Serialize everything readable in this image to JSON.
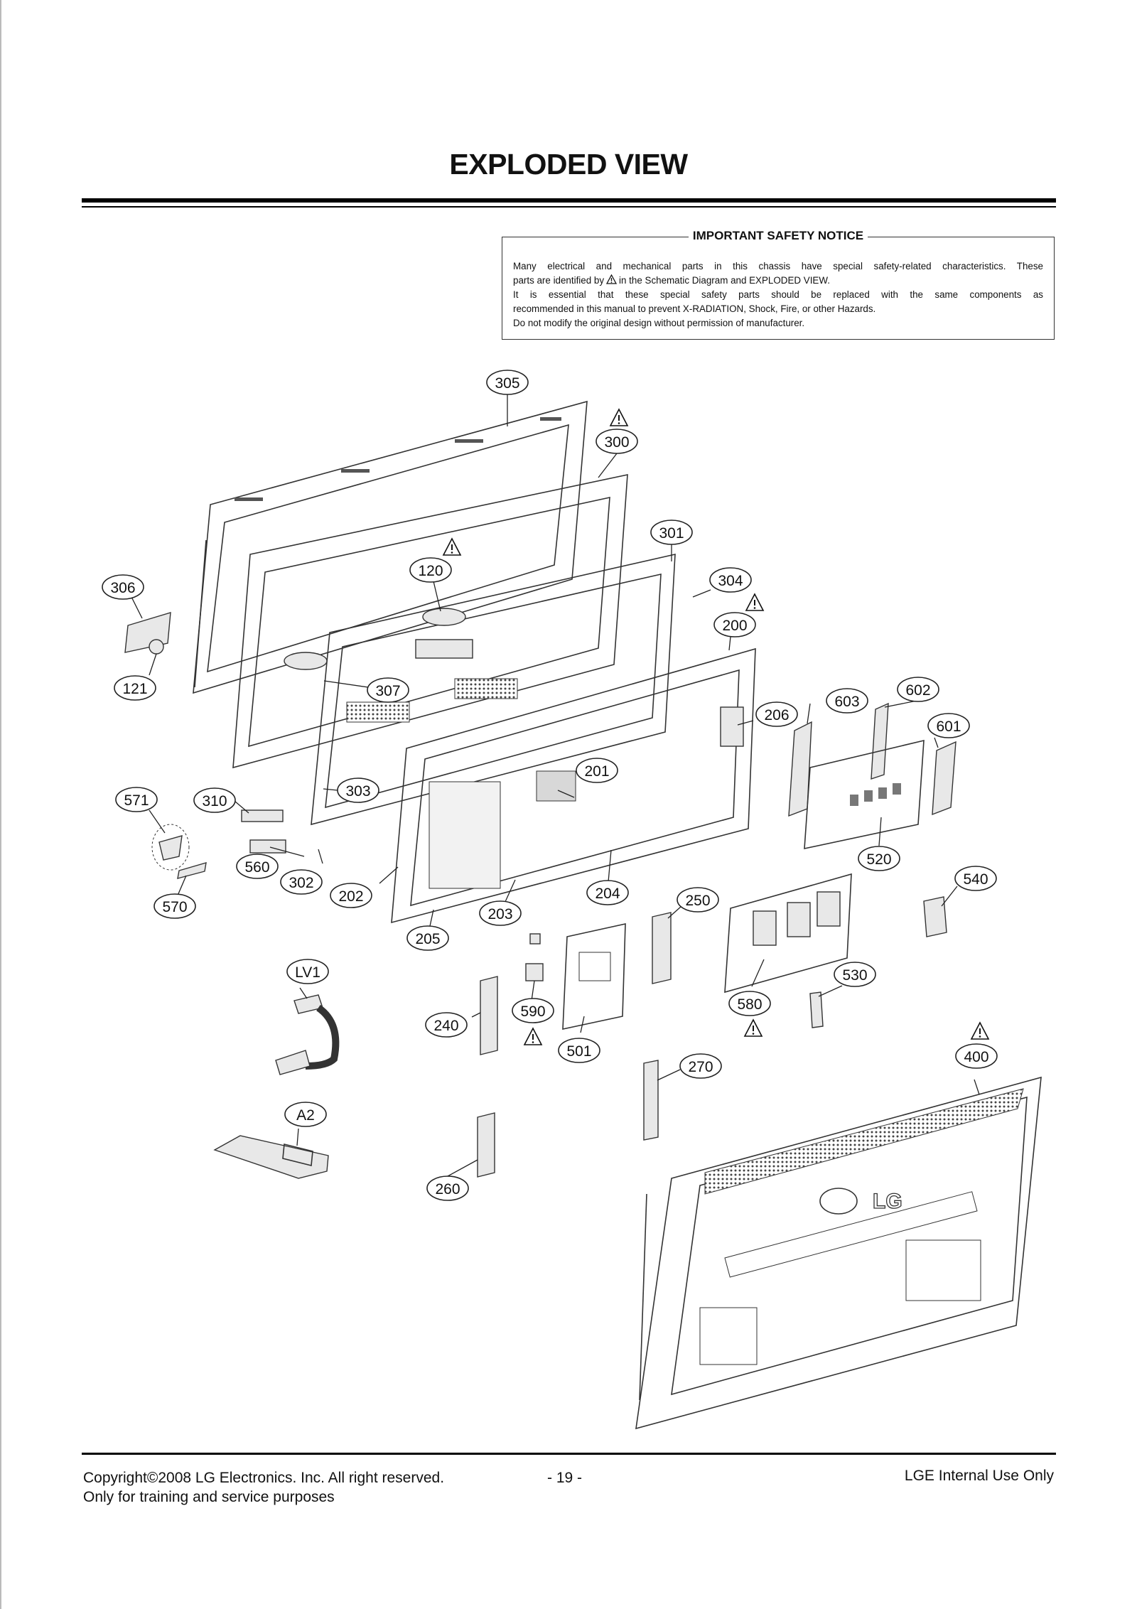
{
  "page": {
    "title": "EXPLODED VIEW"
  },
  "notice": {
    "title": "IMPORTANT SAFETY NOTICE",
    "line1": "Many electrical and mechanical parts in this chassis have special safety-related characteristics. These",
    "line2a": "parts are identified by",
    "line2b": "in the Schematic Diagram and EXPLODED VIEW.",
    "line3": "It is essential that these special safety parts should be replaced with the same components as",
    "line4": "recommended in this manual to prevent X-RADIATION, Shock, Fire, or other Hazards.",
    "line5": "Do not modify the original design without permission of manufacturer."
  },
  "callouts": [
    {
      "label": "305"
    },
    {
      "label": "300"
    },
    {
      "label": "301"
    },
    {
      "label": "120"
    },
    {
      "label": "306"
    },
    {
      "label": "304"
    },
    {
      "label": "200"
    },
    {
      "label": "121"
    },
    {
      "label": "307"
    },
    {
      "label": "206"
    },
    {
      "label": "603"
    },
    {
      "label": "602"
    },
    {
      "label": "601"
    },
    {
      "label": "201"
    },
    {
      "label": "571"
    },
    {
      "label": "310"
    },
    {
      "label": "303"
    },
    {
      "label": "560"
    },
    {
      "label": "302"
    },
    {
      "label": "202"
    },
    {
      "label": "570"
    },
    {
      "label": "204"
    },
    {
      "label": "520"
    },
    {
      "label": "540"
    },
    {
      "label": "203"
    },
    {
      "label": "250"
    },
    {
      "label": "205"
    },
    {
      "label": "LV1"
    },
    {
      "label": "530"
    },
    {
      "label": "590"
    },
    {
      "label": "240"
    },
    {
      "label": "580"
    },
    {
      "label": "501"
    },
    {
      "label": "270"
    },
    {
      "label": "400"
    },
    {
      "label": "A2"
    },
    {
      "label": "260"
    }
  ],
  "brand_mark": "LG",
  "warning_icon": "warning-triangle-icon",
  "footer": {
    "copyright": "Copyright©2008 LG Electronics. Inc. All right reserved.",
    "purpose": "Only for training and service purposes",
    "page_number": "- 19 -",
    "classification": "LGE Internal Use Only"
  }
}
